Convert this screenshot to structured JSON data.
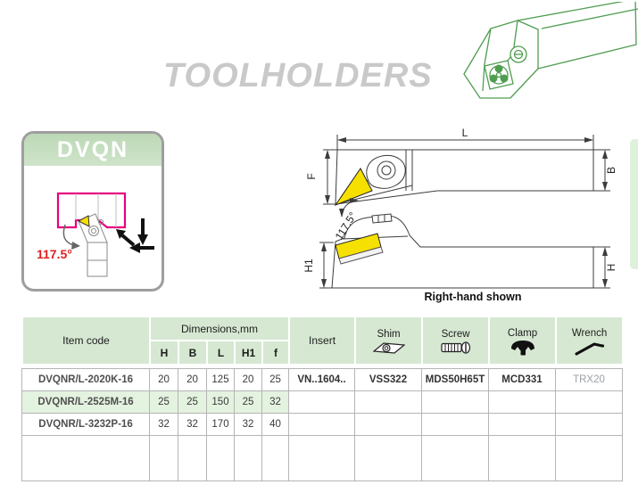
{
  "title": "TOOLHOLDERS",
  "card": {
    "model": "DVQN",
    "angle_label": "117.5°"
  },
  "drawing": {
    "dim_L": "L",
    "dim_F": "F",
    "dim_B": "B",
    "dim_H1": "H1",
    "dim_H": "H",
    "angle_label": "117.5°",
    "caption": "Right-hand shown"
  },
  "table": {
    "headers": {
      "item_code": "Item code",
      "dimensions_group": "Dimensions,mm",
      "sub": [
        "H",
        "B",
        "L",
        "H1",
        "f"
      ],
      "insert": "Insert",
      "shim": "Shim",
      "screw": "Screw",
      "clamp": "Clamp",
      "wrench": "Wrench"
    },
    "rows": [
      {
        "code": "DVQNR/L-2020K-16",
        "H": "20",
        "B": "20",
        "L": "125",
        "H1": "20",
        "f": "25",
        "insert": "VN..1604..",
        "shim": "VSS322",
        "screw": "MDS50H65T",
        "clamp": "MCD331",
        "wrench": "TRX20"
      },
      {
        "code": "DVQNR/L-2525M-16",
        "H": "25",
        "B": "25",
        "L": "150",
        "H1": "25",
        "f": "32",
        "insert": "",
        "shim": "",
        "screw": "",
        "clamp": "",
        "wrench": ""
      },
      {
        "code": "DVQNR/L-3232P-16",
        "H": "32",
        "B": "32",
        "L": "170",
        "H1": "32",
        "f": "40",
        "insert": "",
        "shim": "",
        "screw": "",
        "clamp": "",
        "wrench": ""
      }
    ],
    "highlighted_row_index": 1
  },
  "icons": [
    "shim-icon",
    "screw-icon",
    "clamp-icon",
    "wrench-icon"
  ],
  "colors": {
    "header_green": "#d6e8d2",
    "row_highlight_green": "#e4f2e0",
    "band_green": "#c6dfc1",
    "line_green": "#4f9d50",
    "magenta": "#e6007e",
    "insert_yellow": "#f6e000",
    "angle_red": "#e02020",
    "title_gray": "#c9c9c9"
  }
}
